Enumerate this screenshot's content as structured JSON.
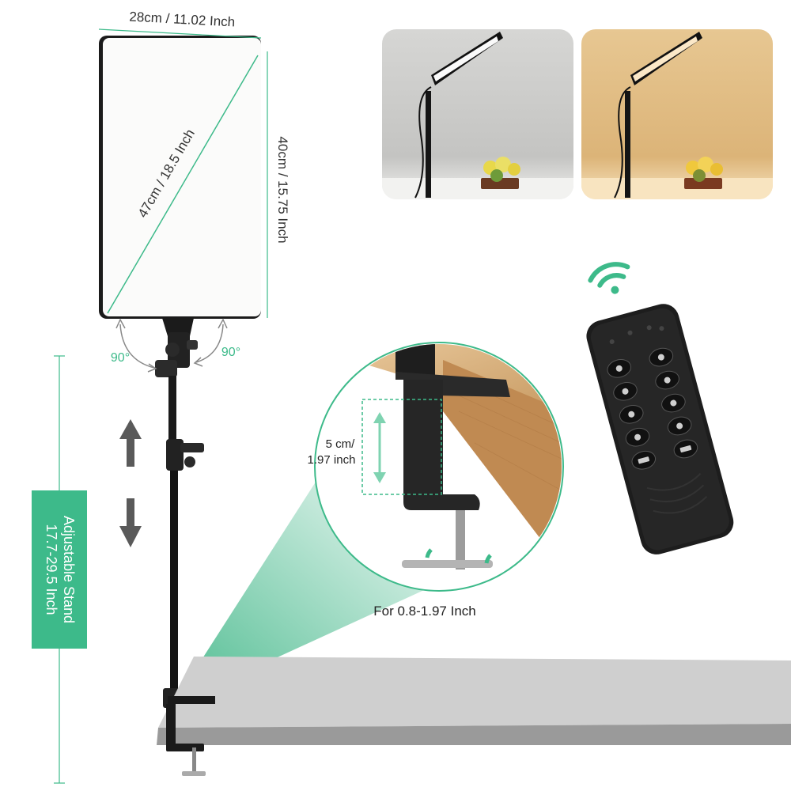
{
  "panel": {
    "width_label": "28cm / 11.02 Inch",
    "height_label": "40cm / 15.75 Inch",
    "diagonal_label": "47cm / 18.5 Inch"
  },
  "tilt": {
    "left_label": "90°",
    "right_label": "90°"
  },
  "stand": {
    "badge_line1": "Adjustable Stand",
    "badge_line2": "17.7-29.5 Inch"
  },
  "clamp": {
    "gap_line1": "5 cm/",
    "gap_line2": "1.97 inch",
    "fit_label": "For 0.8-1.97 Inch"
  },
  "colors": {
    "accent": "#3dba8a",
    "badge": "#3dba8a",
    "cool_light": "#f4f4f2",
    "warm_light": "#f6d9a6"
  },
  "photos": [
    {
      "name": "cool-white-scene"
    },
    {
      "name": "warm-light-scene"
    }
  ],
  "remote": {
    "icon": "remote-control-icon",
    "signal_icon": "wireless-signal-icon"
  }
}
